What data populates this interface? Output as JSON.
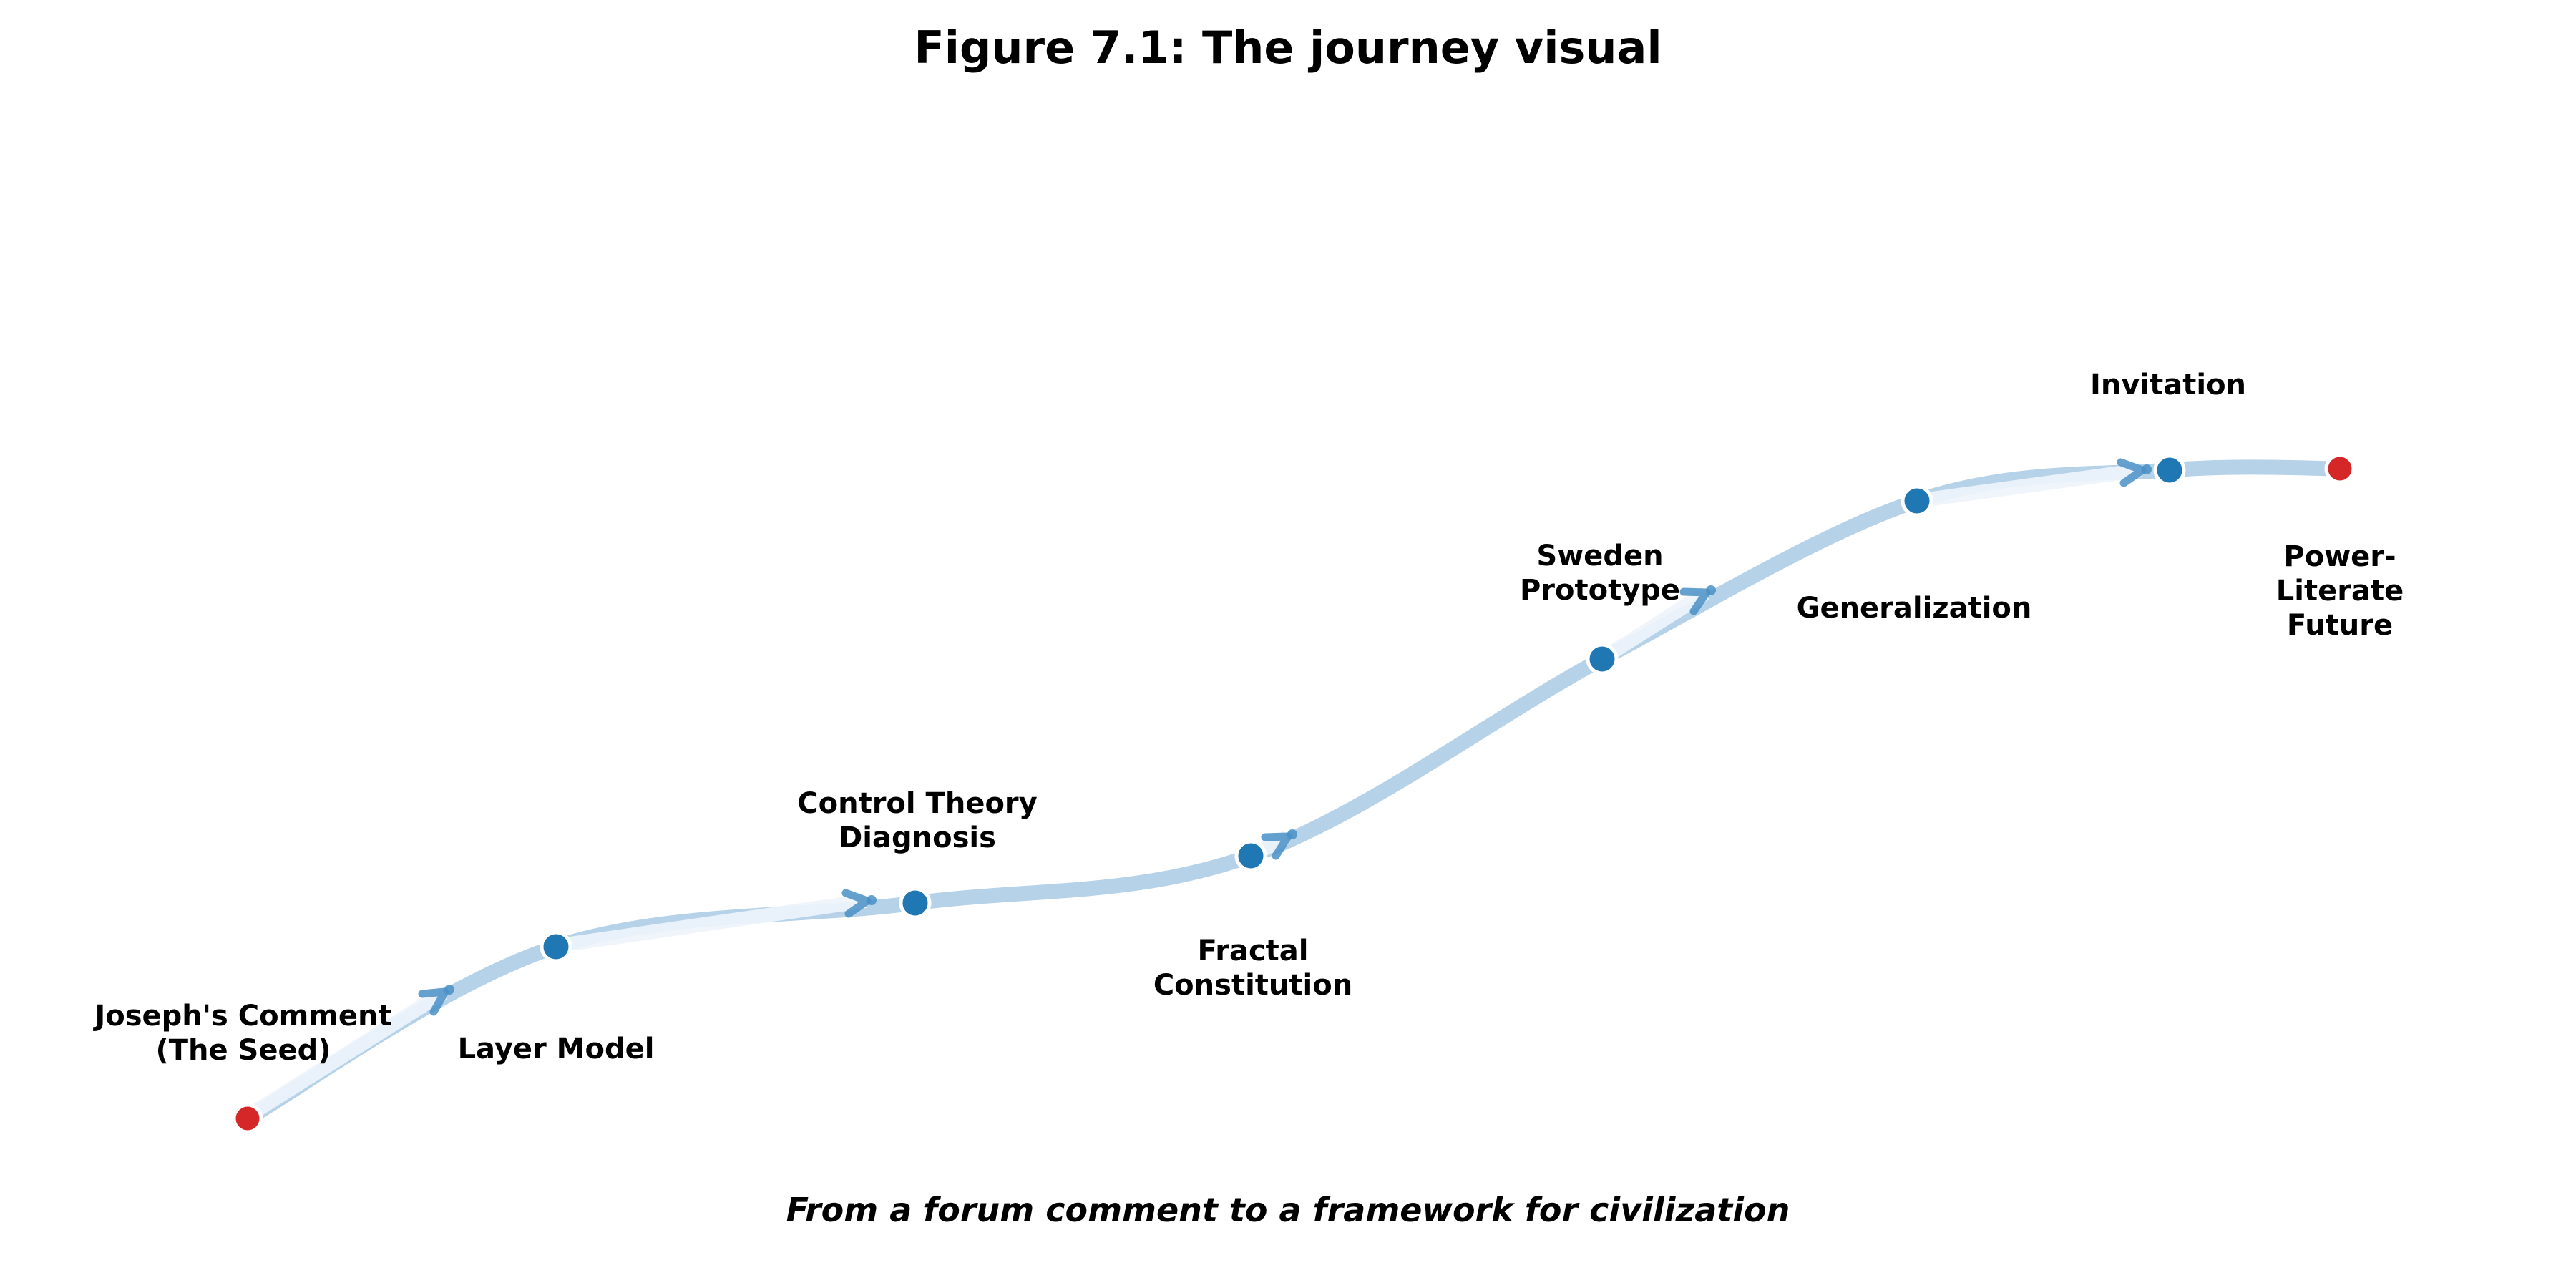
{
  "figure": {
    "title": "Figure 7.1: The journey visual",
    "caption": "From a forum comment to a framework for civilization"
  },
  "colors": {
    "background": "#ffffff",
    "path": "#b5d2e8",
    "path_highlight": "#eef4fb",
    "arrow": "#4a90c6",
    "milestone_dot": "#1f77b4",
    "endpoint_dot": "#d62728",
    "label_text": "#000000"
  },
  "milestones": [
    {
      "label": "Joseph's Comment\n(The Seed)",
      "kind": "start"
    },
    {
      "label": "Layer Model",
      "kind": "milestone"
    },
    {
      "label": "Control Theory\nDiagnosis",
      "kind": "milestone"
    },
    {
      "label": "Fractal\nConstitution",
      "kind": "milestone"
    },
    {
      "label": "Sweden\nPrototype",
      "kind": "milestone"
    },
    {
      "label": "Generalization",
      "kind": "milestone"
    },
    {
      "label": "Invitation",
      "kind": "milestone"
    },
    {
      "label": "Power-Literate\nFuture",
      "kind": "end"
    }
  ]
}
